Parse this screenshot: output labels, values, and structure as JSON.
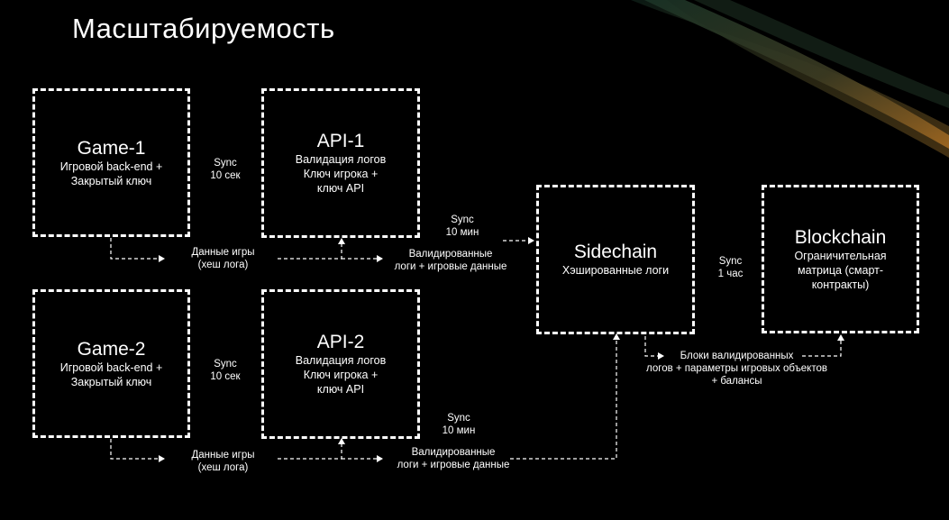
{
  "slide": {
    "title": "Масштабируемость"
  },
  "colors": {
    "background": "#000000",
    "foreground": "#ffffff",
    "accent_glow": "#8a5a1c",
    "accent_dark": "#1d3a2a"
  },
  "nodes": {
    "game1": {
      "title": "Game-1",
      "subtitle": "Игровой back-end +\nЗакрытый ключ"
    },
    "api1": {
      "title": "API-1",
      "subtitle": "Валидация логов\nКлюч игрока +\nключ API"
    },
    "game2": {
      "title": "Game-2",
      "subtitle": "Игровой back-end +\nЗакрытый ключ"
    },
    "api2": {
      "title": "API-2",
      "subtitle": "Валидация логов\nКлюч игрока +\nключ API"
    },
    "sidechain": {
      "title": "Sidechain",
      "subtitle": "Хэшированные логи"
    },
    "blockchain": {
      "title": "Blockchain",
      "subtitle": "Ограничительная\nматрица (смарт-\nконтракты)"
    }
  },
  "labels": {
    "sync_game1_api1": "Sync\n10 сек",
    "data_game1": "Данные игры\n(хеш лога)",
    "sync_api1_sidechain": "Sync\n10 мин",
    "validated_api1": "Валидированные\nлоги + игровые данные",
    "sync_game2_api2": "Sync\n10 сек",
    "data_game2": "Данные игры\n(хеш лога)",
    "sync_api2_sidechain": "Sync\n10 мин",
    "validated_api2": "Валидированные\nлоги + игровые данные",
    "sync_sidechain_blockchain": "Sync\n1 час",
    "blocks_to_blockchain": "Блоки валидированных\nлогов + параметры игровых объектов\n+ балансы"
  }
}
